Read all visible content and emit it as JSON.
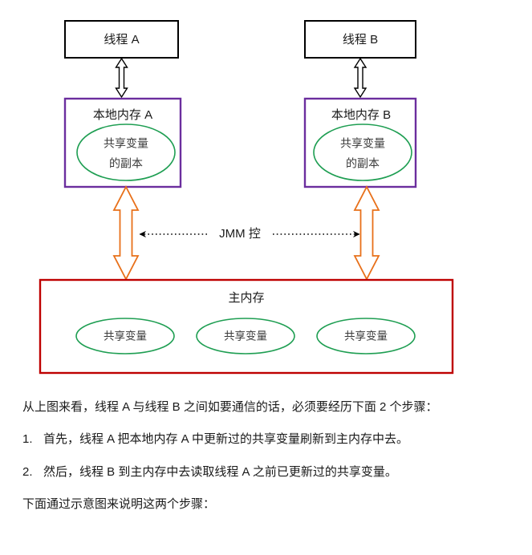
{
  "diagram": {
    "threads": [
      {
        "id": "thread-a",
        "label": "线程 A"
      },
      {
        "id": "thread-b",
        "label": "线程 B"
      }
    ],
    "local_memories": [
      {
        "id": "local-memory-a",
        "label": "本地内存 A",
        "copy_line1": "共享变量",
        "copy_line2": "的副本"
      },
      {
        "id": "local-memory-b",
        "label": "本地内存 B",
        "copy_line1": "共享变量",
        "copy_line2": "的副本"
      }
    ],
    "jmm_label": "JMM 控",
    "main_memory": {
      "label": "主内存",
      "variables": [
        "共享变量",
        "共享变量",
        "共享变量"
      ]
    },
    "colors": {
      "thread_box_border": "#000000",
      "local_memory_border": "#6B2E9E",
      "ellipse_border": "#1E9E52",
      "main_memory_border": "#BE0000",
      "orange_arrow": "#E8701A",
      "black_arrow": "#000000",
      "dotted_arrow": "#000000",
      "background": "#FFFFFF"
    }
  },
  "prose": {
    "intro": "从上图来看，线程 A 与线程 B 之间如要通信的话，必须要经历下面 2 个步骤：",
    "steps": [
      {
        "marker": "1.",
        "text": "首先，线程 A 把本地内存 A 中更新过的共享变量刷新到主内存中去。"
      },
      {
        "marker": "2.",
        "text": "然后，线程 B 到主内存中去读取线程 A 之前已更新过的共享变量。"
      }
    ],
    "outro": "下面通过示意图来说明这两个步骤："
  }
}
